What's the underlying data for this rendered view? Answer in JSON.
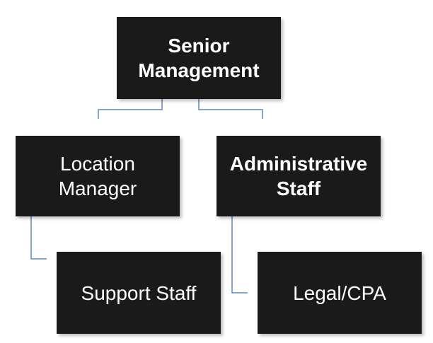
{
  "diagram": {
    "nodes": {
      "senior": "Senior\nManagement",
      "location": "Location\nManager",
      "admin": "Administrative\nStaff",
      "support": "Support Staff",
      "legal": "Legal/CPA"
    },
    "colors": {
      "box": "#1a1a1a",
      "text": "#ffffff",
      "connector": "#5b86c4"
    }
  }
}
